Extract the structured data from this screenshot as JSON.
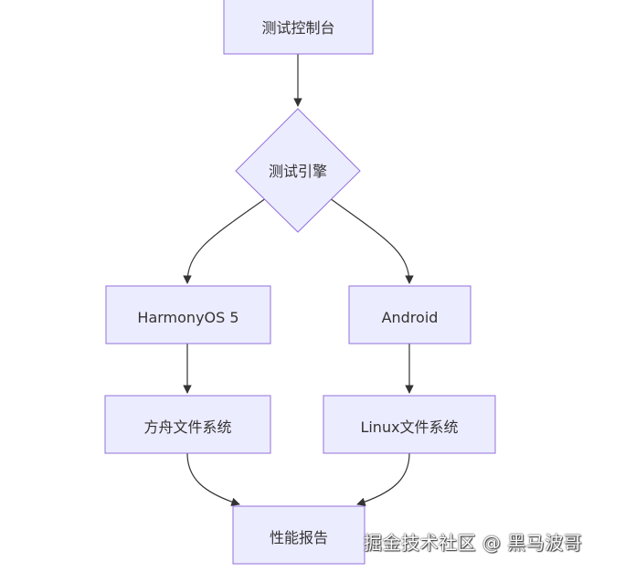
{
  "diagram": {
    "nodes": {
      "console": {
        "label": "测试控制台"
      },
      "engine": {
        "label": "测试引擎"
      },
      "harmony": {
        "label": "HarmonyOS 5"
      },
      "android": {
        "label": "Android"
      },
      "fangzhou": {
        "label": "方舟文件系统"
      },
      "linuxfs": {
        "label": "Linux文件系统"
      },
      "report": {
        "label": "性能报告"
      }
    },
    "edges": [
      {
        "from": "console",
        "to": "engine"
      },
      {
        "from": "engine",
        "to": "harmony"
      },
      {
        "from": "engine",
        "to": "android"
      },
      {
        "from": "harmony",
        "to": "fangzhou"
      },
      {
        "from": "android",
        "to": "linuxfs"
      },
      {
        "from": "fangzhou",
        "to": "report"
      },
      {
        "from": "linuxfs",
        "to": "report"
      }
    ],
    "colors": {
      "node_fill": "#ececff",
      "node_stroke": "#9370db",
      "edge": "#333333",
      "text": "#333333"
    }
  },
  "watermark": {
    "text": "掘金技术社区 @ 黑马波哥"
  }
}
